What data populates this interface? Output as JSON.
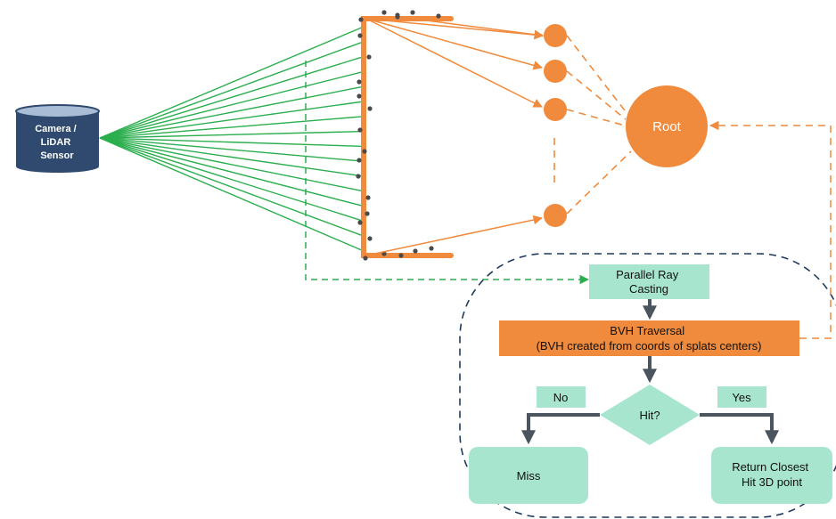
{
  "colors": {
    "orange": "#F08A3C",
    "green_line": "#2BAE4E",
    "mint": "#A8E5CF",
    "navy": "#1F3A5F",
    "dark_gray": "#4A5560",
    "sensor_fill": "#2F4A6E"
  },
  "sensor": {
    "label_lines": [
      "Camera /",
      "LiDAR",
      "Sensor"
    ]
  },
  "bvh_tree": {
    "root_label": "Root"
  },
  "flow": {
    "ray_casting_lines": [
      "Parallel Ray",
      "Casting"
    ],
    "bvh_traversal_lines": [
      "BVH Traversal",
      "(BVH created from coords of splats centers)"
    ],
    "decision_label": "Hit?",
    "no_label": "No",
    "yes_label": "Yes",
    "miss_label": "Miss",
    "return_lines": [
      "Return Closest",
      "Hit 3D point"
    ]
  }
}
